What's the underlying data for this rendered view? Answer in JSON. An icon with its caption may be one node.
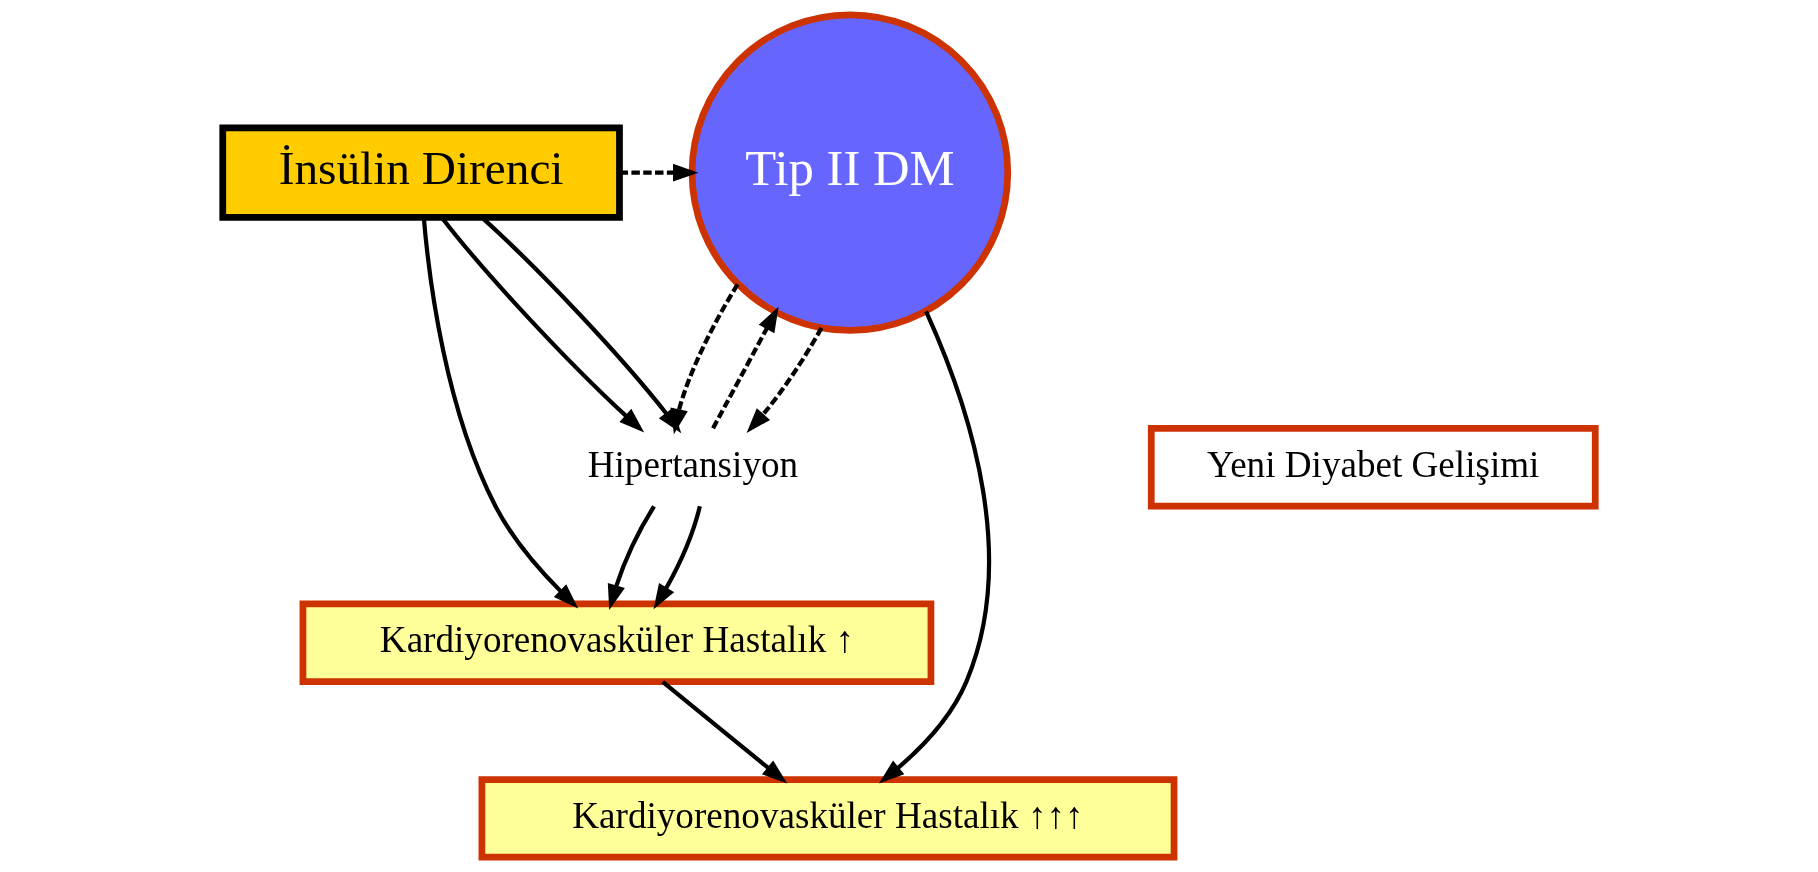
{
  "diagram": {
    "nodes": [
      {
        "text": [
          "İnsülin Direnci"
        ]
      },
      {
        "text": [
          "Tip II DM"
        ]
      },
      {
        "text": [
          "Yeni Diyabet Gelişimi"
        ]
      },
      {
        "text": [
          "Hipertansiyon"
        ]
      },
      {
        "text": [
          "Kardiyorenovasküler Hastalık ↑"
        ]
      },
      {
        "text": [
          "Kardiyorenovasküler Hastalık ↑↑↑"
        ]
      }
    ],
    "edges": [
      {
        "from": 0,
        "to": 1,
        "arrow": "to",
        "style": "dashed"
      },
      {
        "from": 0,
        "to": 3,
        "arrow": "to"
      },
      {
        "from": 0,
        "to": 3,
        "arrow": "to"
      },
      {
        "from": 0,
        "to": 4,
        "arrow": "to"
      },
      {
        "from": 3,
        "to": 1,
        "arrow": "to",
        "style": "dashed"
      },
      {
        "from": 1,
        "to": 3,
        "arrow": "to",
        "style": "dashed"
      },
      {
        "from": 1,
        "to": 3,
        "arrow": "to",
        "style": "dashed"
      },
      {
        "from": 3,
        "to": 4,
        "arrow": "to"
      },
      {
        "from": 3,
        "to": 4,
        "arrow": "to"
      },
      {
        "from": 1,
        "to": 5,
        "arrow": "to"
      },
      {
        "from": 4,
        "to": 5,
        "arrow": "to"
      }
    ]
  }
}
